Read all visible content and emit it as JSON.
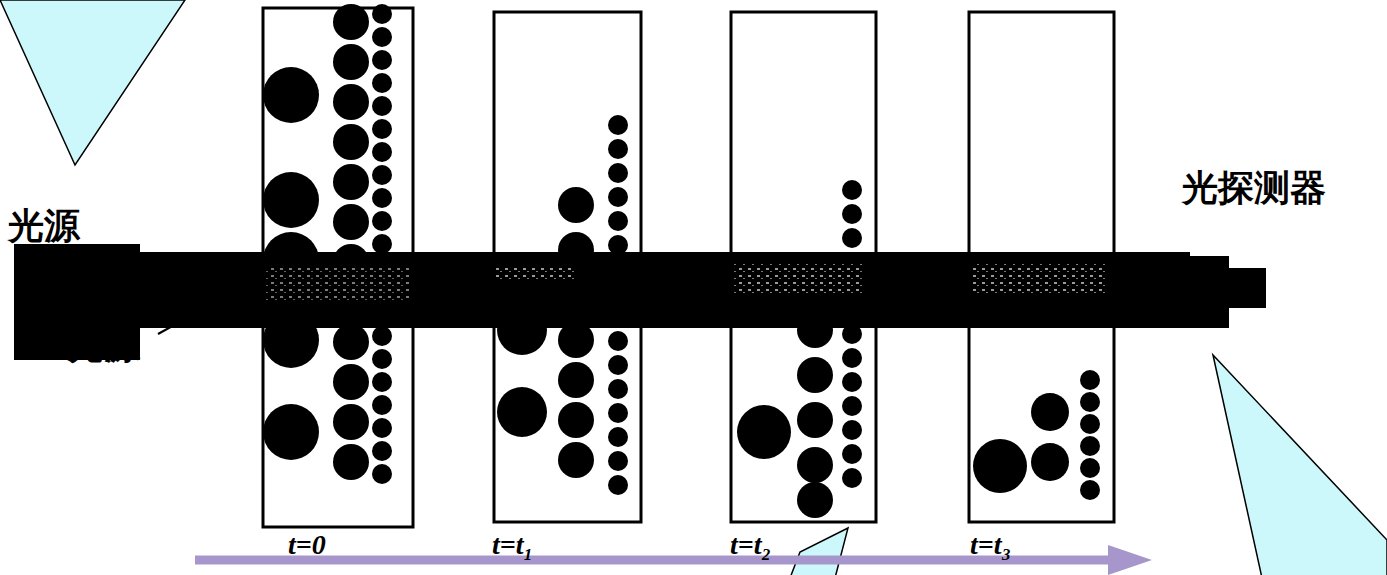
{
  "diagram": {
    "labels": [
      "光源",
      "光探测器",
      "光源",
      "t=0",
      "t=t₁",
      "t=t₂",
      "t=t₃"
    ]
  }
}
